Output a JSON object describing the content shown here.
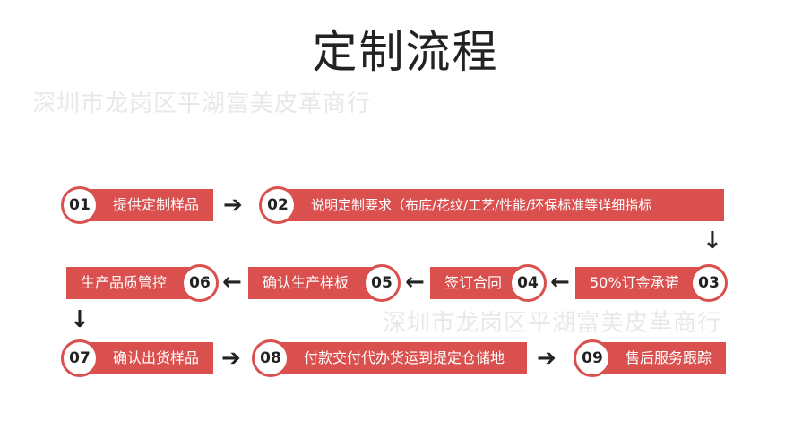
{
  "title": "定制流程",
  "watermark": "深圳市龙岗区平湖富美皮革商行",
  "steps": [
    {
      "num": "01",
      "label": "提供定制样品"
    },
    {
      "num": "02",
      "label": "说明定制要求（布底/花纹/工艺/性能/环保标准等详细指标"
    },
    {
      "num": "03",
      "label": "50%订金承诺"
    },
    {
      "num": "04",
      "label": "签订合同"
    },
    {
      "num": "05",
      "label": "确认生产样板"
    },
    {
      "num": "06",
      "label": "生产品质管控"
    },
    {
      "num": "07",
      "label": "确认出货样品"
    },
    {
      "num": "08",
      "label": "付款交付代办货运到提定仓储地"
    },
    {
      "num": "09",
      "label": "售后服务跟踪"
    }
  ],
  "arrows": {
    "right": "➔",
    "left": "←",
    "down": "↓"
  },
  "colors": {
    "accent": "#d9504e",
    "text": "#222222",
    "watermark": "#e8e8e8"
  }
}
